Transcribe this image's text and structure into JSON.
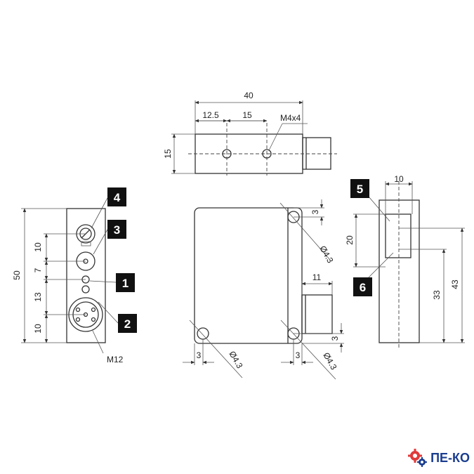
{
  "top_view": {
    "dims": {
      "overall": "40",
      "offset": "12.5",
      "pitch": "15",
      "height": "15",
      "thread": "M4x4"
    }
  },
  "side_view": {
    "dims": {
      "total": "50",
      "d10a": "10",
      "d7": "7",
      "d13": "13",
      "d10b": "10"
    },
    "connector_label": "M12"
  },
  "front_view": {
    "dims": {
      "c11": "11",
      "top_r": "3",
      "top_hole": "Ø4.3",
      "side_r": "3",
      "bl_x": "3",
      "bl_hole": "Ø4.3",
      "br_x": "3",
      "br_hole": "Ø4.3"
    }
  },
  "end_view": {
    "dims": {
      "width": "10",
      "h20": "20",
      "h33": "33",
      "h43": "43"
    }
  },
  "callouts": [
    "1",
    "2",
    "3",
    "4",
    "5",
    "6"
  ],
  "logo": {
    "text": "ПЕ-КО",
    "color": "#1a3d8f",
    "gear_colors": [
      "#e03a3a",
      "#1a3d8f"
    ]
  }
}
